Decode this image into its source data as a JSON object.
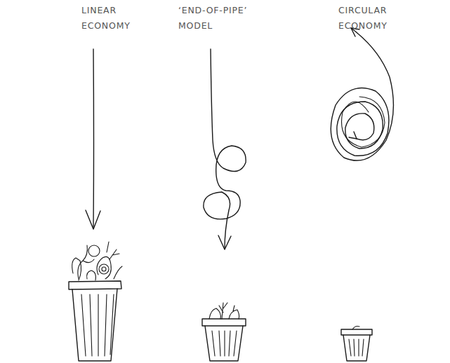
{
  "diagram": {
    "labels": [
      "LINEAR ECONOMY",
      "‘END-OF-PIPE’ MODEL",
      "CIRCULAR ECONOMY"
    ]
  }
}
